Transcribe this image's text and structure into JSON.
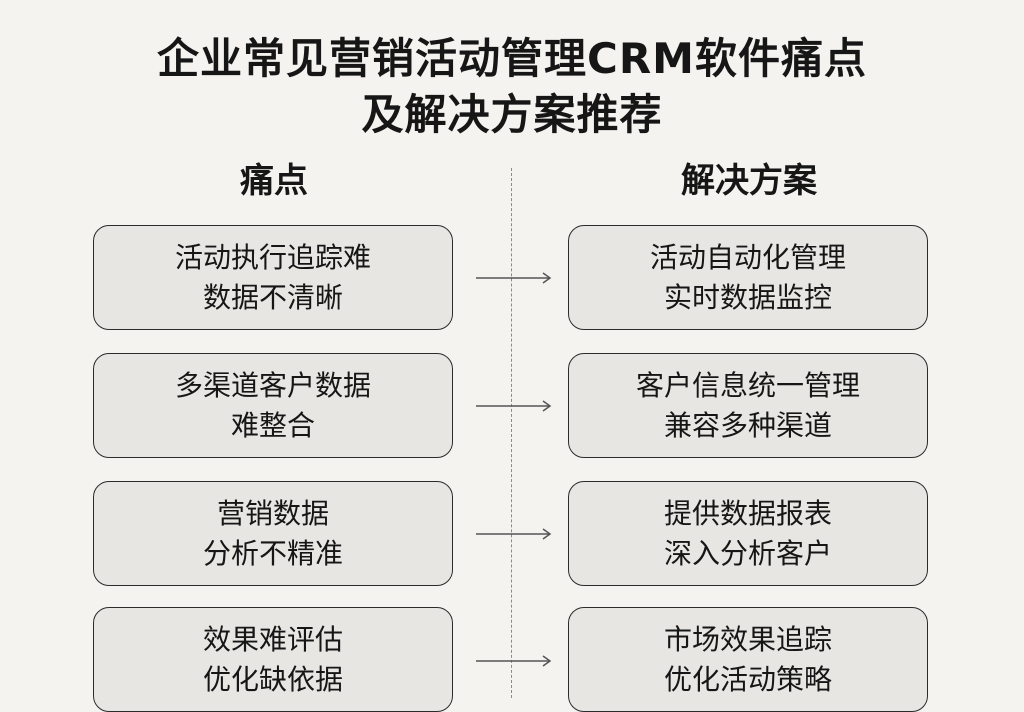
{
  "title": {
    "line1": "企业常见营销活动管理CRM软件痛点",
    "line2": "及解决方案推荐"
  },
  "columns": {
    "left": "痛点",
    "right": "解决方案"
  },
  "rows": [
    {
      "pain": [
        "活动执行追踪难",
        "数据不清晰"
      ],
      "solution": [
        "活动自动化管理",
        "实时数据监控"
      ]
    },
    {
      "pain": [
        "多渠道客户数据",
        "难整合"
      ],
      "solution": [
        "客户信息统一管理",
        "兼容多种渠道"
      ]
    },
    {
      "pain": [
        "营销数据",
        "分析不精准"
      ],
      "solution": [
        "提供数据报表",
        "深入分析客户"
      ]
    },
    {
      "pain": [
        "效果难评估",
        "优化缺依据"
      ],
      "solution": [
        "市场效果追踪",
        "优化活动策略"
      ]
    }
  ],
  "colors": {
    "background": "#f4f3f0",
    "box_fill": "#e7e6e3",
    "border": "#2b2b2b",
    "divider": "#8a8a8a"
  }
}
